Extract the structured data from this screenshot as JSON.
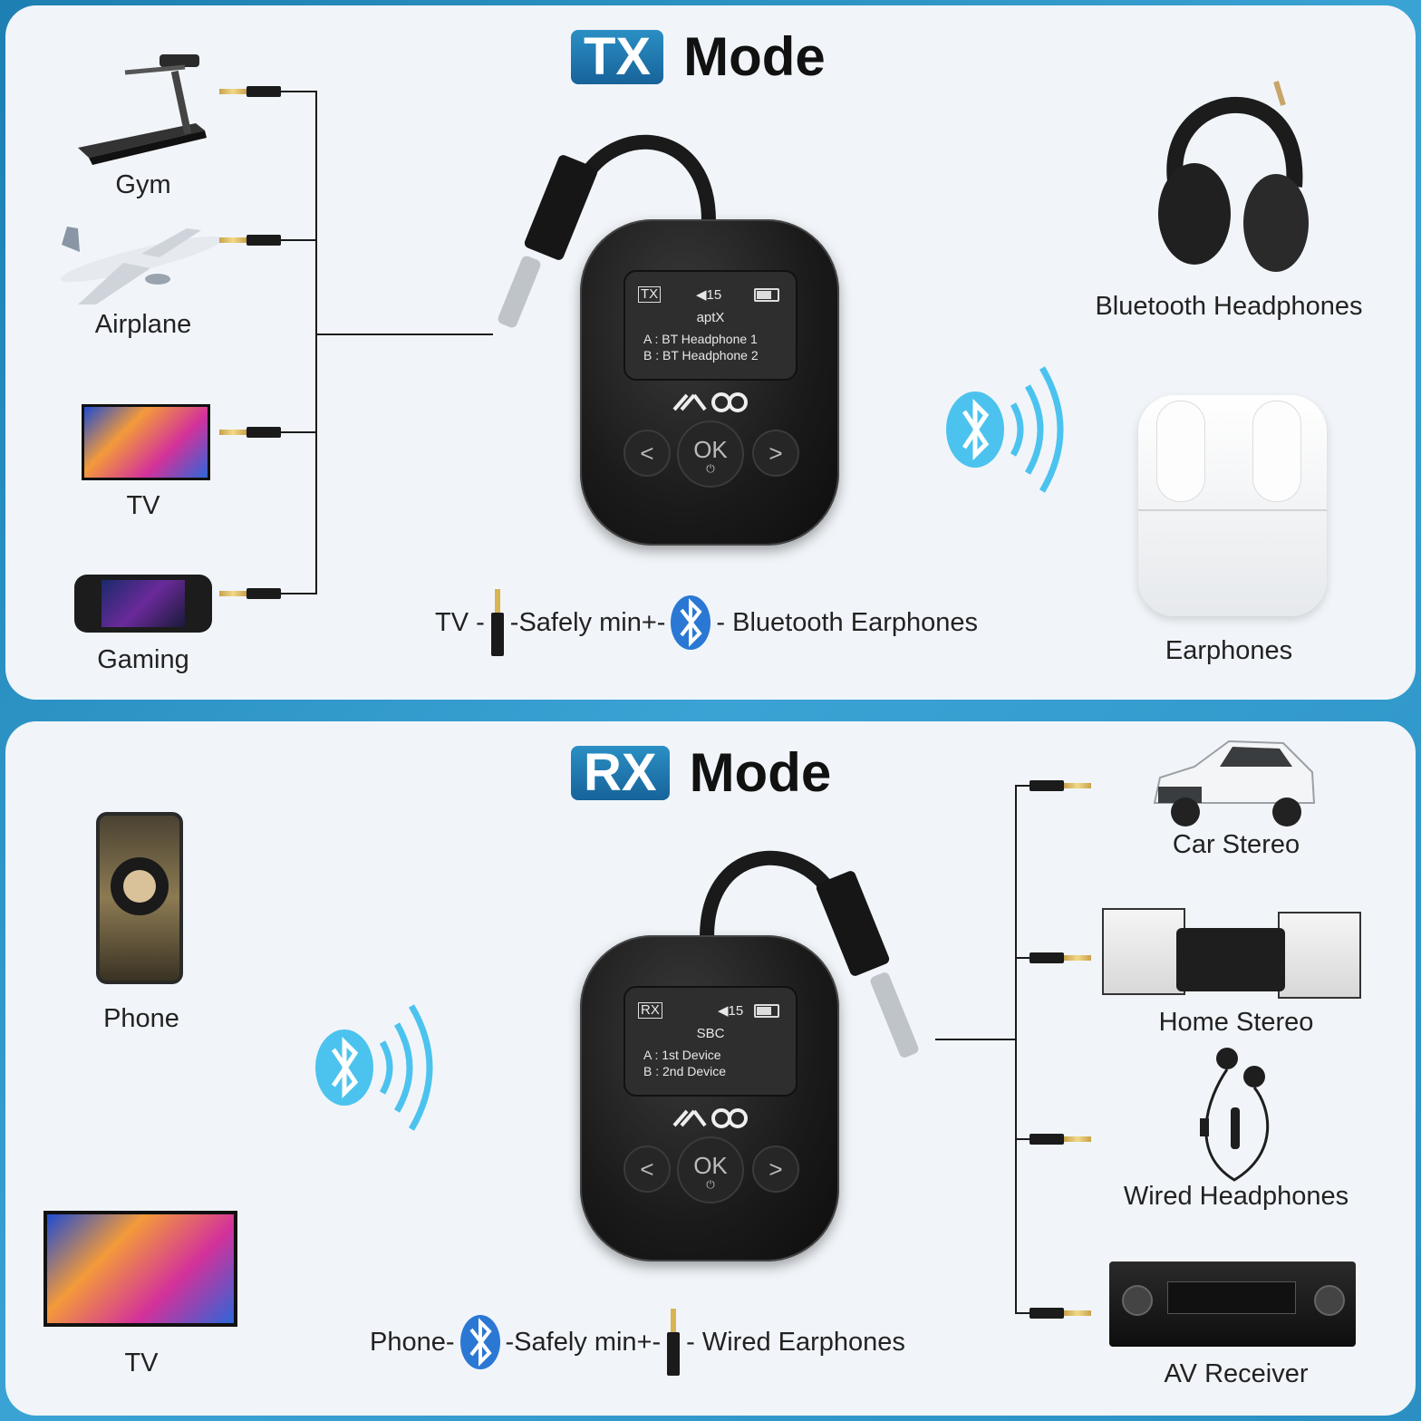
{
  "tx": {
    "badge": "TX",
    "mode_word": "Mode",
    "sources": [
      "Gym",
      "Airplane",
      "TV",
      "Gaming"
    ],
    "outputs": [
      "Bluetooth Headphones",
      "Earphones"
    ],
    "flow": {
      "start": "TV -",
      "middle": "-Safely min+-",
      "end": "- Bluetooth Earphones"
    },
    "screen": {
      "mode": "TX",
      "volume": "15",
      "codec": "aptX",
      "line_a": "A :  BT Headphone 1",
      "line_b": "B :  BT Headphone 2"
    }
  },
  "rx": {
    "badge": "RX",
    "mode_word": "Mode",
    "sources": [
      "Phone",
      "TV"
    ],
    "outputs": [
      "Car Stereo",
      "Home Stereo",
      "Wired Headphones",
      "AV Receiver"
    ],
    "flow": {
      "start": "Phone-",
      "middle": "-Safely min+-",
      "end": "- Wired Earphones"
    },
    "screen": {
      "mode": "RX",
      "volume": "15",
      "codec": "SBC",
      "line_a": "A :  1st Device",
      "line_b": "B :  2nd Device"
    }
  },
  "device": {
    "ok_label": "OK",
    "left_label": "<",
    "right_label": ">"
  },
  "colors": {
    "accent": "#1f7fb8",
    "bluetooth": "#2a78d4",
    "bluetooth_light": "#4cc3ee"
  }
}
